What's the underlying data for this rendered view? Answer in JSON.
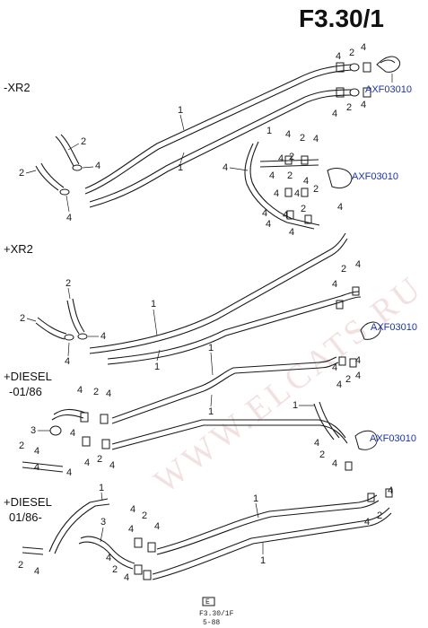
{
  "title": "F3.30/1",
  "watermark": "WWW.ELCATS.RU",
  "sections": {
    "xr2_minus": "-XR2",
    "xr2_plus": "+XR2",
    "diesel_plus_line1": "+DIESEL",
    "diesel_plus_line2": "-01/86",
    "diesel_plus2_line1": "+DIESEL",
    "diesel_plus2_line2": "01/86-"
  },
  "part_links": {
    "link1": "AXF03010",
    "link2": "AXF03010",
    "link3": "AXF03010",
    "link4": "AXF03010"
  },
  "callouts": {
    "one": "1",
    "two": "2",
    "three": "3",
    "four": "4"
  },
  "footer": {
    "code": "F3.30/1F",
    "date": "5-88",
    "badge": "E"
  }
}
